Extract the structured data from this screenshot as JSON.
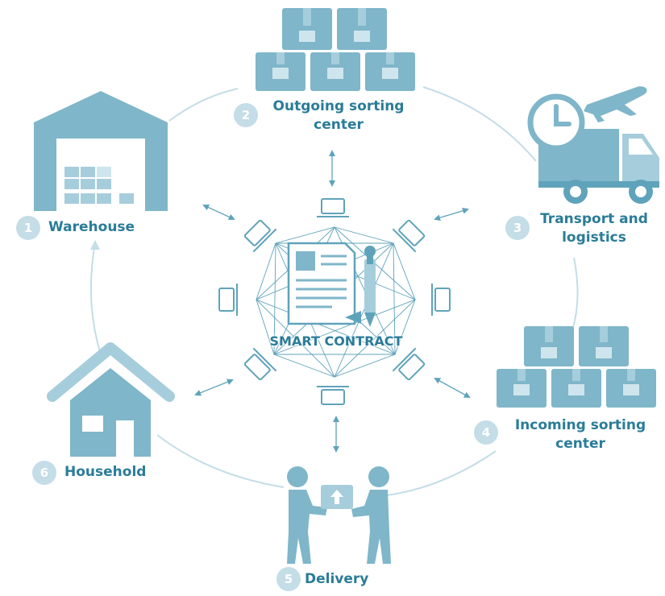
{
  "colors": {
    "primary": "#5fa3bb",
    "light": "#a6cddb",
    "pale": "#cfe5ed",
    "text": "#2a7c98",
    "ring": "#c4dde7"
  },
  "center": {
    "title": "SMART CONTRACT",
    "icon": "document-pen-icon"
  },
  "nodes": [
    {
      "number": "1",
      "label": "Warehouse",
      "icon": "warehouse-icon"
    },
    {
      "number": "2",
      "label_line1": "Outgoing sorting",
      "label_line2": "center",
      "icon": "boxes-icon"
    },
    {
      "number": "3",
      "label_line1": "Transport and",
      "label_line2": "logistics",
      "icon": "truck-plane-clock-icon"
    },
    {
      "number": "4",
      "label_line1": "Incoming sorting",
      "label_line2": "center",
      "icon": "boxes-icon"
    },
    {
      "number": "5",
      "label": "Delivery",
      "icon": "handover-people-icon"
    },
    {
      "number": "6",
      "label": "Household",
      "icon": "house-icon"
    }
  ]
}
